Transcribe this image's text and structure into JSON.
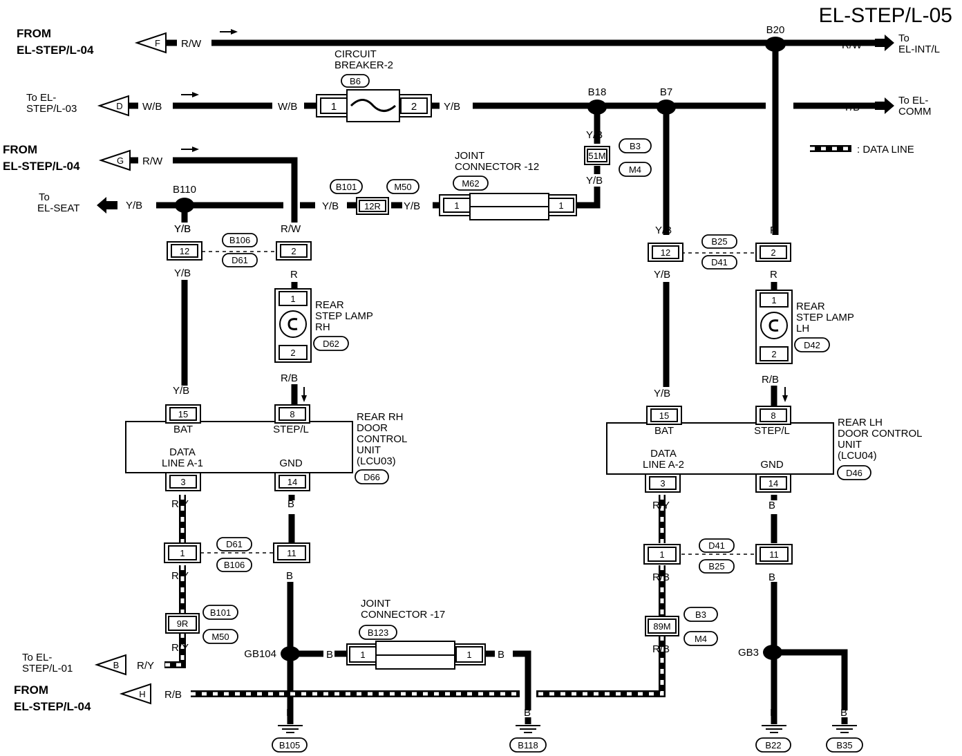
{
  "page_id": "EL-STEP/L-05",
  "data_line_legend": ": DATA LINE",
  "from_label": "FROM",
  "el_step_l_04": "EL-STEP/L-04",
  "to_label": "To",
  "to_el_label": "To EL-",
  "from_refs": {
    "f": "F",
    "g": "G",
    "h": "H"
  },
  "to_refs": {
    "d": "D",
    "b": "B"
  },
  "destinations": {
    "el_int_l": "EL-INT/L",
    "comm": "COMM",
    "el_seat": "EL-SEAT",
    "step_l_03": "STEP/L-03",
    "step_l_01": "STEP/L-01"
  },
  "splices": {
    "b20": "B20",
    "b18": "B18",
    "b7": "B7",
    "b110": "B110",
    "gb104": "GB104",
    "gb3": "GB3"
  },
  "wire_colors": {
    "rw": "R/W",
    "wb": "W/B",
    "yb": "Y/B",
    "r": "R",
    "rb": "R/B",
    "ry": "R/Y",
    "b": "B"
  },
  "circuit_breaker": {
    "name_line1": "CIRCUIT",
    "name_line2": "BREAKER-2",
    "connector": "B6",
    "pin1": "1",
    "pin2": "2"
  },
  "joint_connector_12": {
    "name_line1": "JOINT",
    "name_line2": "CONNECTOR -12",
    "connector": "M62",
    "pin": "1"
  },
  "joint_connector_17": {
    "name_line1": "JOINT",
    "name_line2": "CONNECTOR -17",
    "connector": "B123",
    "pin": "1"
  },
  "connector_ids": {
    "b3": "B3",
    "m4": "M4",
    "b101": "B101",
    "m50": "M50",
    "b106": "B106",
    "d61": "D61",
    "b25": "B25",
    "d41": "D41"
  },
  "pins": {
    "p51m": "51M",
    "p12r": "12R",
    "p9r": "9R",
    "p89m": "89M",
    "p12": "12",
    "p2": "2",
    "p1": "1",
    "p11": "11"
  },
  "rear_step_lamp_rh": {
    "line1": "REAR",
    "line2": "STEP LAMP",
    "line3": "RH",
    "connector": "D62",
    "pin1": "1",
    "pin2": "2"
  },
  "rear_step_lamp_lh": {
    "line1": "REAR",
    "line2": "STEP LAMP",
    "line3": "LH",
    "connector": "D42",
    "pin1": "1",
    "pin2": "2"
  },
  "rear_rh_unit": {
    "line1": "REAR RH",
    "line2": "DOOR",
    "line3": "CONTROL",
    "line4": "UNIT",
    "line5": "(LCU03)",
    "connector": "D66",
    "bat": "BAT",
    "step_l": "STEP/L",
    "data1": "DATA",
    "data2": "LINE A-1",
    "gnd": "GND",
    "pin_bat": "15",
    "pin_step": "8",
    "pin_data": "3",
    "pin_gnd": "14"
  },
  "rear_lh_unit": {
    "line1": "REAR LH",
    "line2": "DOOR CONTROL",
    "line3": "UNIT",
    "line4": "(LCU04)",
    "connector": "D46",
    "bat": "BAT",
    "step_l": "STEP/L",
    "data1": "DATA",
    "data2": "LINE A-2",
    "gnd": "GND",
    "pin_bat": "15",
    "pin_step": "8",
    "pin_data": "3",
    "pin_gnd": "14"
  },
  "grounds": {
    "b105": "B105",
    "b118": "B118",
    "b22": "B22",
    "b35": "B35"
  }
}
